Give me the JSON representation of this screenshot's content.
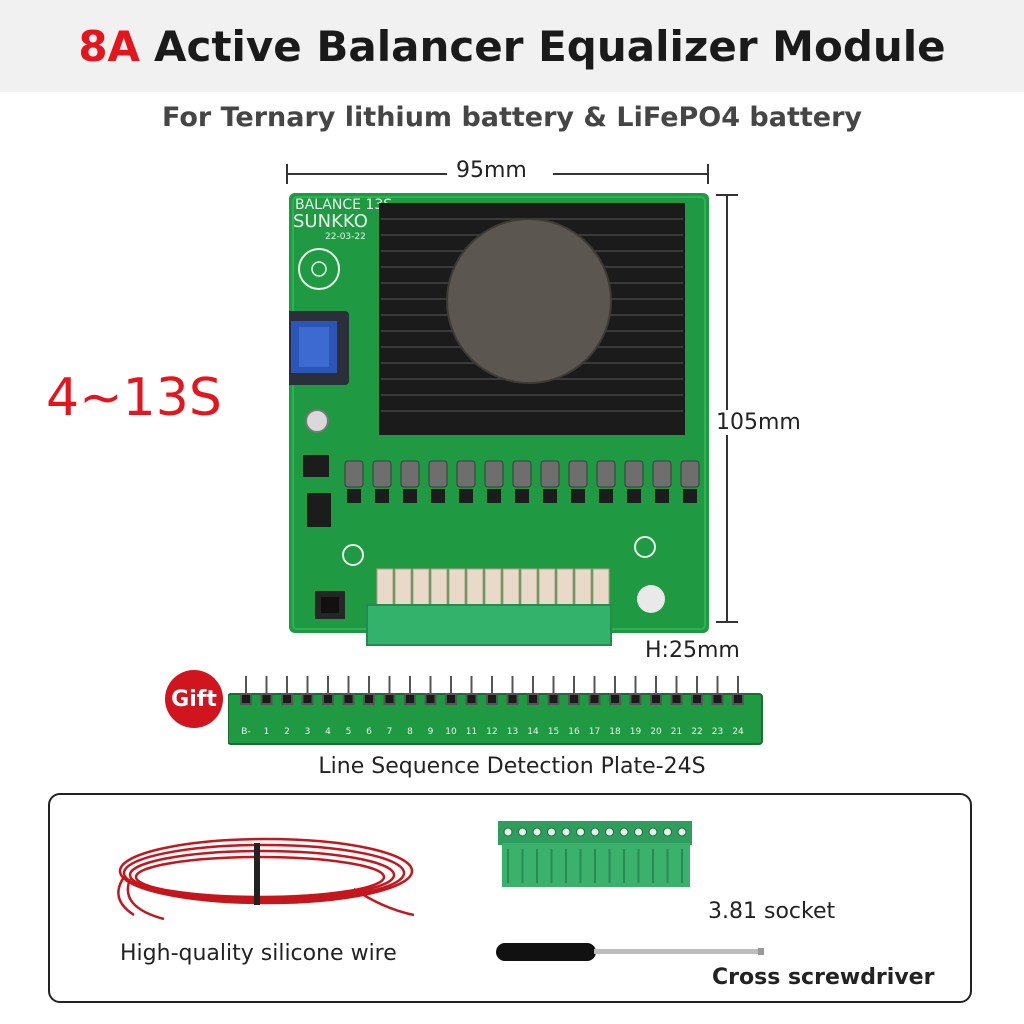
{
  "title": {
    "amperage": "8A",
    "text": "Active Balancer Equalizer Module"
  },
  "subtitle": "For Ternary lithium battery & LiFePO4  battery",
  "cell_range": "4~13S",
  "dimensions": {
    "width": "95mm",
    "length": "105mm",
    "height": "H:25mm"
  },
  "board_silkscreen": {
    "model": "BALANCE 13S",
    "brand": "SUNKKO",
    "date": "22-03-22"
  },
  "gift": {
    "badge": "Gift",
    "item": "Line Sequence Detection Plate-24S",
    "pin_numbers": [
      "B-",
      "1",
      "2",
      "3",
      "4",
      "5",
      "6",
      "7",
      "8",
      "9",
      "10",
      "11",
      "12",
      "13",
      "14",
      "15",
      "16",
      "17",
      "18",
      "19",
      "20",
      "21",
      "22",
      "23",
      "24"
    ]
  },
  "accessories": {
    "wire": "High-quality silicone wire",
    "socket": "3.81 socket",
    "screwdriver": "Cross screwdriver"
  },
  "colors": {
    "accent_red": "#e5151d",
    "pcb_green": "#1f9a43",
    "heatsink": "#1b1b1b",
    "terminal_green": "#33b26b"
  }
}
